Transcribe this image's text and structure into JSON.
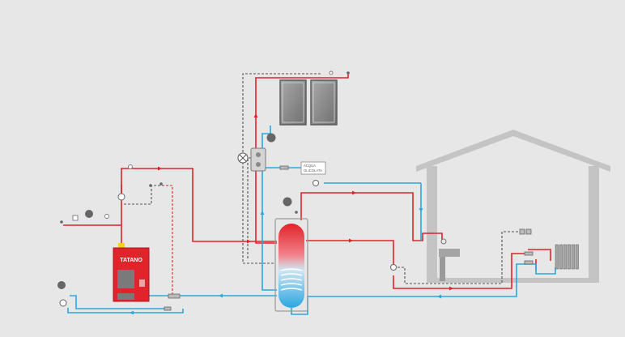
{
  "boiler": {
    "brand": "TATANO"
  },
  "glycol_tag": {
    "line1": "ACQUA",
    "line2": "GLICOLATA"
  },
  "colors": {
    "background": "#e7e7e7",
    "hot_line": "#e1232b",
    "cold_line": "#2aa7e0",
    "control_line": "#555555",
    "house": "#c4c4c4",
    "collector": "#8a8a8a",
    "boiler": "#e1232b"
  },
  "icons": {
    "expansion_vessel": "expansion-vessel-icon",
    "pump": "pump-icon",
    "thermometer": "thermometer-icon",
    "valve": "valve-icon",
    "radiator": "radiator-icon",
    "tap": "tap-icon",
    "mixer_valve": "mixing-valve-icon"
  }
}
